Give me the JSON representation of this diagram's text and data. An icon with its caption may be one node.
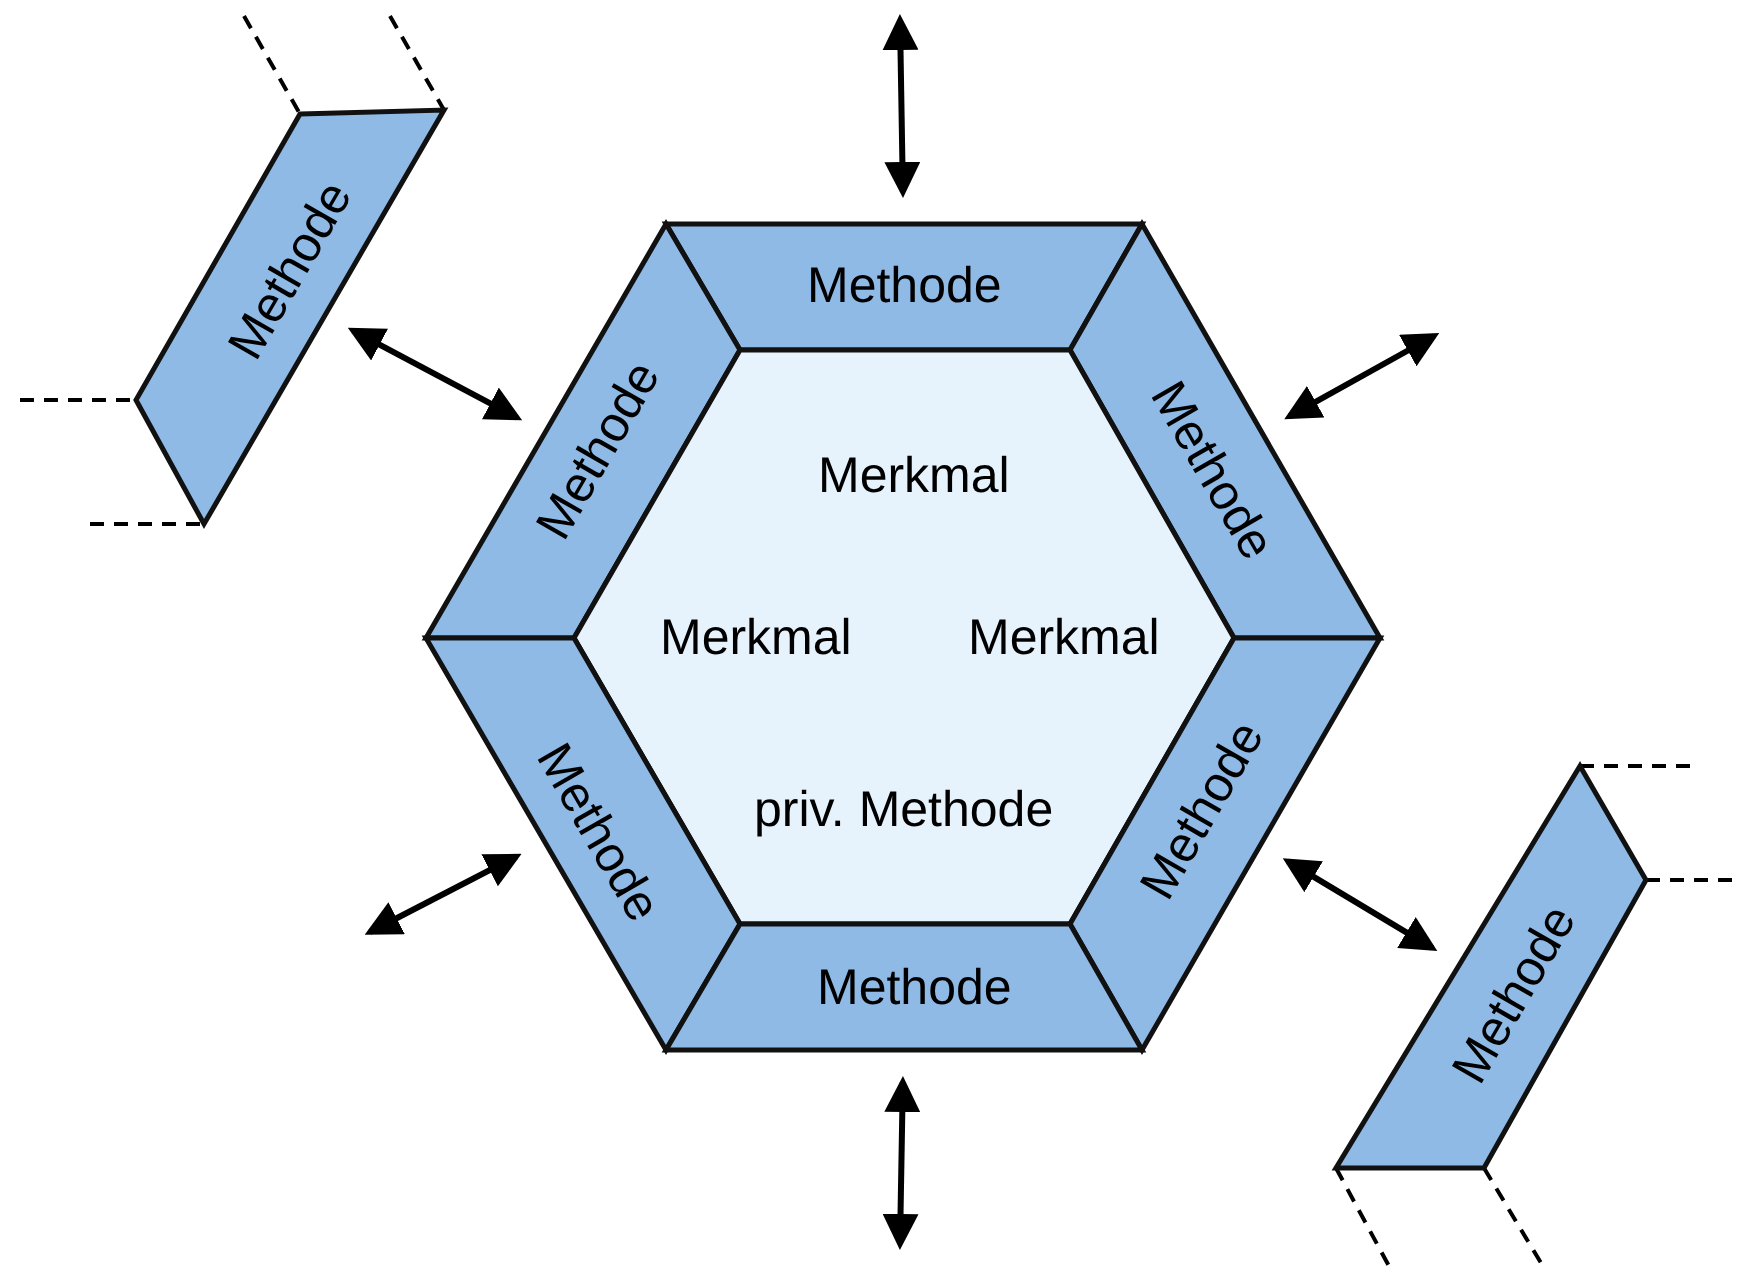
{
  "diagram": {
    "nodes": [
      {
        "text": [
          "Methode"
        ]
      },
      {
        "text": [
          "Methode"
        ]
      },
      {
        "text": [
          "Methode"
        ]
      },
      {
        "text": [
          "Merkmal",
          "Merkmal",
          "Merkmal",
          "priv. Methode"
        ]
      },
      {
        "text": [
          "Methode"
        ]
      },
      {
        "text": [
          "Methode"
        ]
      },
      {
        "text": [
          "Methode"
        ]
      },
      {
        "text": [
          "Methode"
        ]
      },
      {
        "text": [
          "Methode"
        ]
      }
    ],
    "edges": [
      {
        "from": 0,
        "to": null,
        "arrow": "both"
      },
      {
        "from": 7,
        "to": 1,
        "arrow": "both"
      },
      {
        "from": 2,
        "to": null,
        "arrow": "both"
      },
      {
        "from": 4,
        "to": null,
        "arrow": "both"
      },
      {
        "from": 5,
        "to": 8,
        "arrow": "both"
      },
      {
        "from": 6,
        "to": null,
        "arrow": "both"
      }
    ]
  }
}
